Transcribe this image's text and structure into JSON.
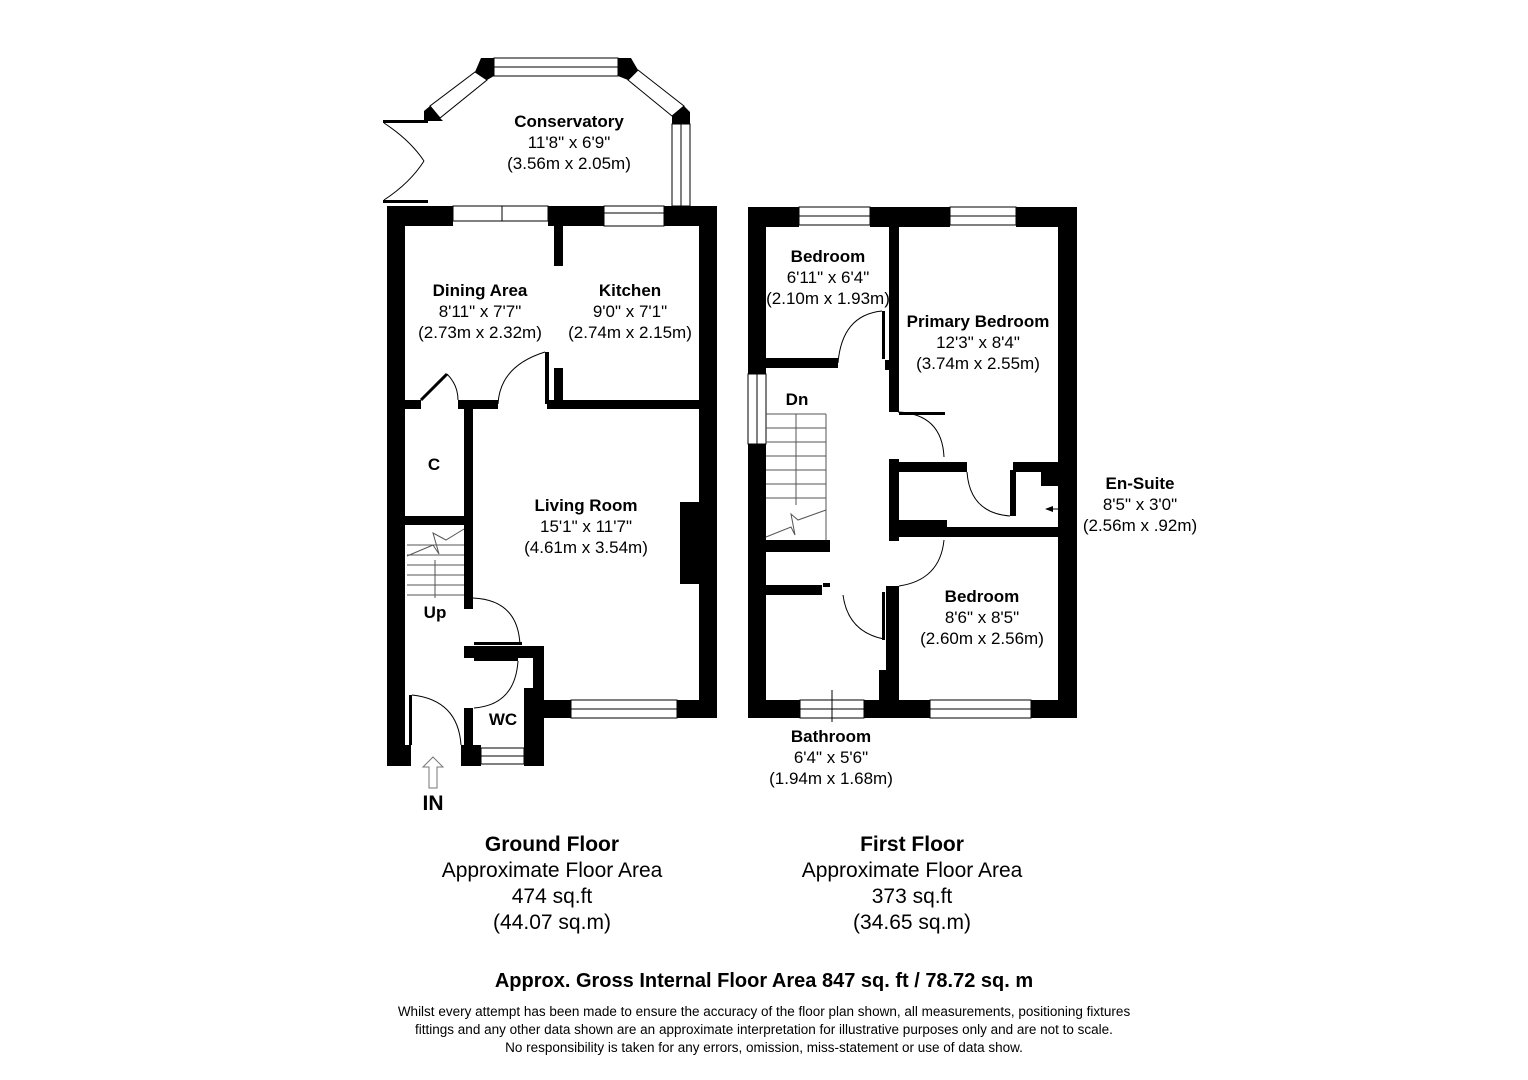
{
  "ground_floor": {
    "title": "Ground Floor",
    "subtitle": "Approximate Floor Area",
    "sqft": "474 sq.ft",
    "sqm": "(44.07 sq.m)",
    "rooms": [
      {
        "name": "Conservatory",
        "imperial": "11'8\" x 6'9\"",
        "metric": "(3.56m x 2.05m)"
      },
      {
        "name": "Dining Area",
        "imperial": "8'11\" x 7'7\"",
        "metric": "(2.73m x 2.32m)"
      },
      {
        "name": "Kitchen",
        "imperial": "9'0\" x 7'1\"",
        "metric": "(2.74m x 2.15m)"
      },
      {
        "name": "Living Room",
        "imperial": "15'1\" x 11'7\"",
        "metric": "(4.61m x 3.54m)"
      }
    ],
    "tags": {
      "cupboard": "C",
      "stairs_up": "Up",
      "wc": "WC",
      "entrance": "IN"
    }
  },
  "first_floor": {
    "title": "First Floor",
    "subtitle": "Approximate Floor Area",
    "sqft": "373 sq.ft",
    "sqm": "(34.65 sq.m)",
    "rooms": [
      {
        "name": "Bedroom",
        "imperial": "6'11\" x 6'4\"",
        "metric": "(2.10m x 1.93m)"
      },
      {
        "name": "Primary Bedroom",
        "imperial": "12'3\" x 8'4\"",
        "metric": "(3.74m x 2.55m)"
      },
      {
        "name": "En-Suite",
        "imperial": "8'5\" x 3'0\"",
        "metric": "(2.56m x .92m)"
      },
      {
        "name": "Bedroom",
        "imperial": "8'6\" x 8'5\"",
        "metric": "(2.60m x 2.56m)"
      },
      {
        "name": "Bathroom",
        "imperial": "6'4\" x 5'6\"",
        "metric": "(1.94m x 1.68m)"
      }
    ],
    "tags": {
      "stairs_down": "Dn"
    }
  },
  "gross_area": "Approx. Gross Internal Floor Area 847 sq. ft / 78.72 sq. m",
  "disclaimer": [
    "Whilst every attempt has been made to ensure the accuracy of the floor plan shown, all measurements, positioning fixtures",
    "fittings and any other data shown are an approximate interpretation for illustrative purposes only and are not to scale.",
    "No responsibility is taken for any errors, omission, miss-statement or use of data show."
  ],
  "colors": {
    "wall": "#000000",
    "background": "#ffffff"
  }
}
